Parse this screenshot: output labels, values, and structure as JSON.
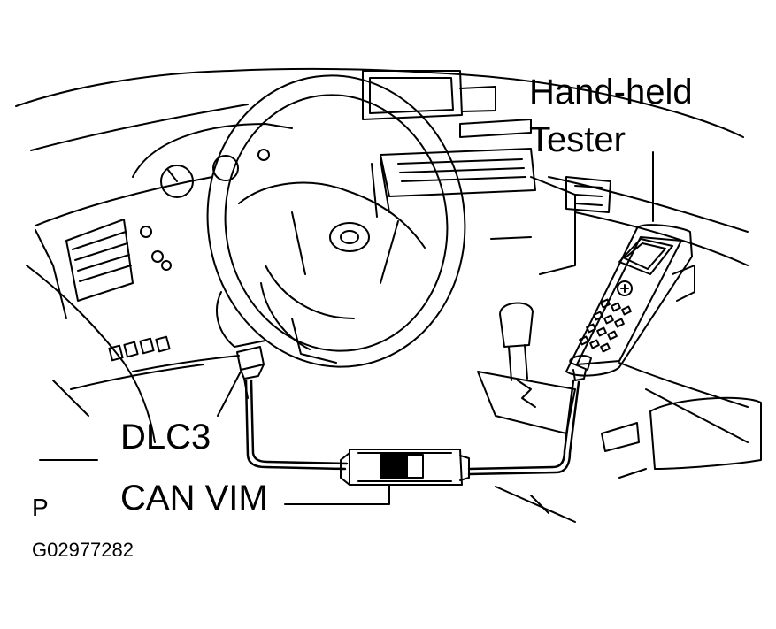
{
  "labels": {
    "tester_line1": "Hand-held",
    "tester_line2": "Tester",
    "dlc3": "DLC3",
    "can_vim": "CAN VIM",
    "view_letter": "P",
    "figure_code": "G02977282"
  },
  "colors": {
    "ink": "#000000",
    "background": "#ffffff"
  }
}
